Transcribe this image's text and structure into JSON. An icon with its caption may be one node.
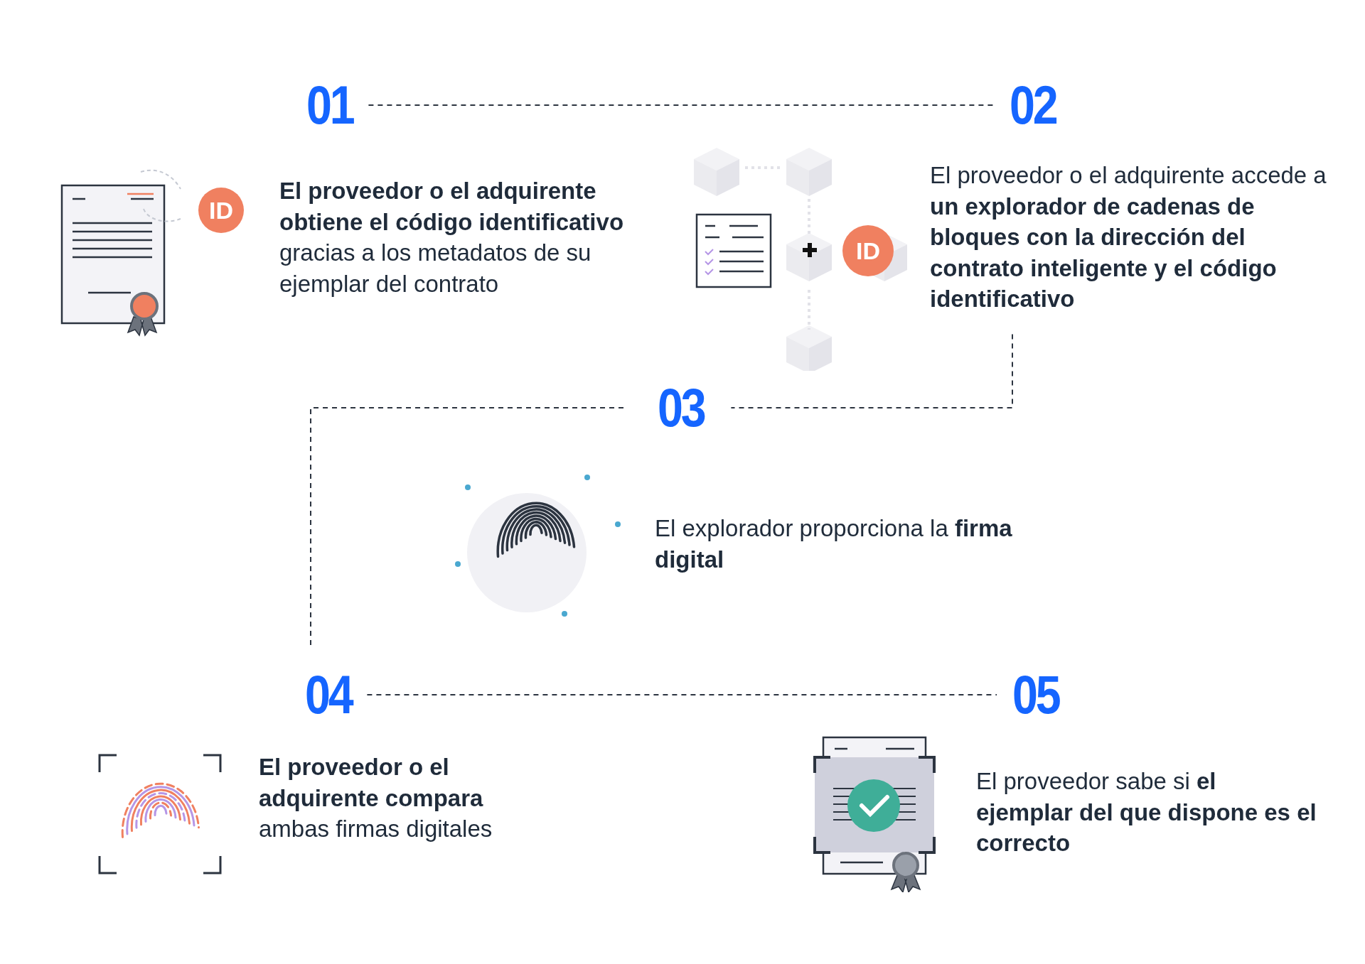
{
  "diagram": {
    "nodes": [
      {
        "text": [
          "01"
        ]
      },
      {
        "text": [
          "**El proveedor o el adquirente obtiene el código identificativo** gracias a los metadatos de su ejemplar del contrato"
        ]
      },
      {
        "text": [
          "02"
        ]
      },
      {
        "text": [
          "El proveedor o el adquirente accede a **un explorador de cadenas de bloques con la dirección del contrato inteligente y el código identificativo**"
        ]
      },
      {
        "text": [
          "03"
        ]
      },
      {
        "text": [
          "El explorador proporciona la **firma digital**"
        ]
      },
      {
        "text": [
          "04"
        ]
      },
      {
        "text": [
          "**El proveedor o el adquirente compara** ambas firmas digitales"
        ]
      },
      {
        "text": [
          "05"
        ]
      },
      {
        "text": [
          "El proveedor sabe si **el ejemplar del que dispone es el correcto**"
        ]
      }
    ],
    "edges": [
      {
        "from": 0,
        "to": 2,
        "arrow": "none",
        "style": "dashed"
      },
      {
        "from": 3,
        "to": 4,
        "arrow": "none",
        "style": "dashed"
      },
      {
        "from": 4,
        "to": 6,
        "arrow": "none",
        "style": "dashed"
      },
      {
        "from": 6,
        "to": 8,
        "arrow": "none",
        "style": "dashed"
      }
    ],
    "labels": [
      "ID",
      "ID"
    ]
  }
}
